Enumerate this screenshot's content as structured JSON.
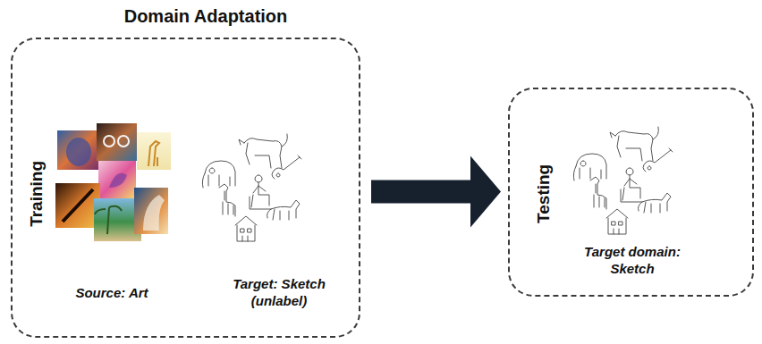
{
  "diagram": {
    "title": "Domain Adaptation",
    "nodes": [
      {
        "text": [
          "Training",
          "Source: Art",
          "Target: Sketch (unlabel)"
        ]
      },
      {
        "text": [
          "Testing",
          "Target domain: Sketch"
        ]
      }
    ],
    "edges": [
      {
        "from": 0,
        "to": 1,
        "arrow": "to"
      }
    ]
  }
}
